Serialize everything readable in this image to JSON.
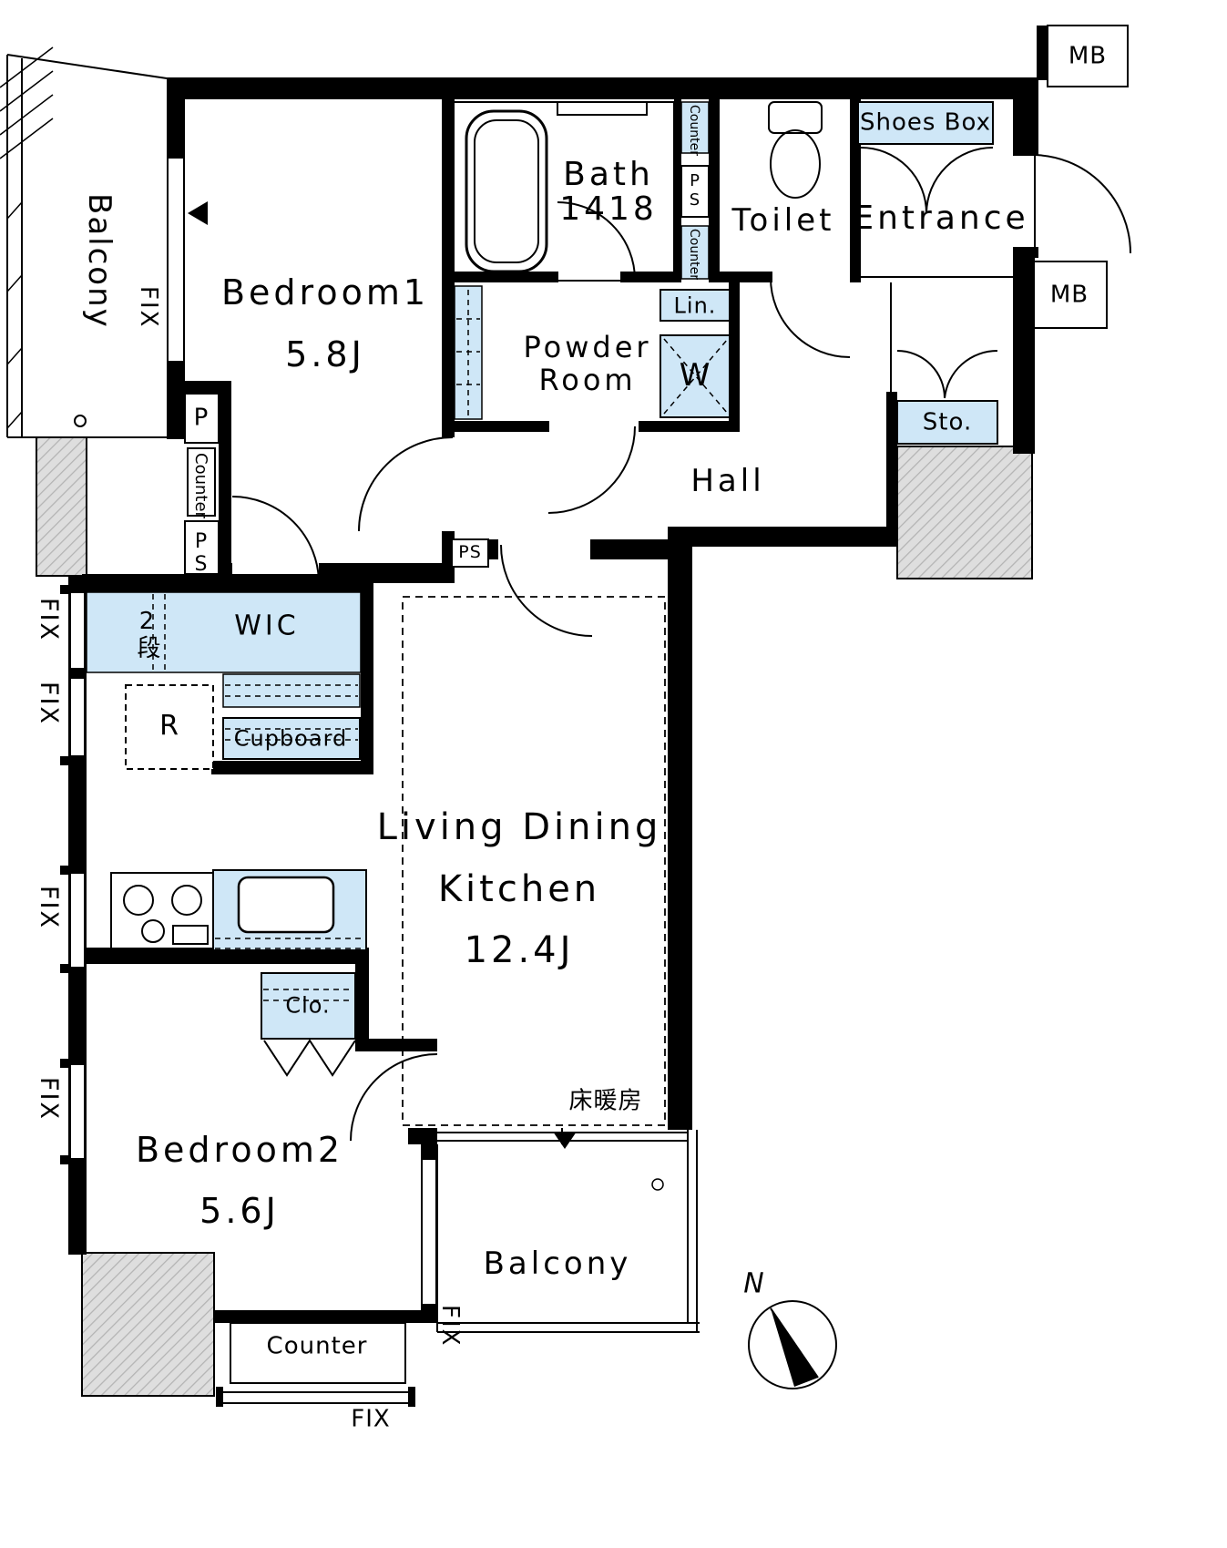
{
  "colors": {
    "fixture": "#cfe7f7",
    "wall": "#000000",
    "column": "#d9d9d9"
  },
  "rooms": {
    "balcony_top": {
      "label": "Balcony"
    },
    "bedroom1": {
      "label": "Bedroom1",
      "size": "5.8J"
    },
    "bath": {
      "label": "Bath",
      "size": "1418"
    },
    "toilet": {
      "label": "Toilet"
    },
    "entrance": {
      "label": "Entrance"
    },
    "powder_room": {
      "line1": "Powder",
      "line2": "Room"
    },
    "hall": {
      "label": "Hall"
    },
    "wic": {
      "label": "WIC"
    },
    "ldk": {
      "line1": "Living Dining",
      "line2": "Kitchen",
      "size": "12.4J"
    },
    "bedroom2": {
      "label": "Bedroom2",
      "size": "5.6J"
    },
    "balcony_bottom": {
      "label": "Balcony"
    }
  },
  "fixtures": {
    "shoes_box": "Shoes Box",
    "meter_box": "MB",
    "pipe_space": "PS",
    "counter": "Counter",
    "linen": "Lin.",
    "washer": "W",
    "storage": "Sto.",
    "pillar": "P",
    "fixed_window": "FIX",
    "two_tier_shelf": "2段",
    "refrigerator": "R",
    "cupboard": "Cupboard",
    "closet": "Clo.",
    "floor_heating": "床暖房",
    "north": "N"
  }
}
